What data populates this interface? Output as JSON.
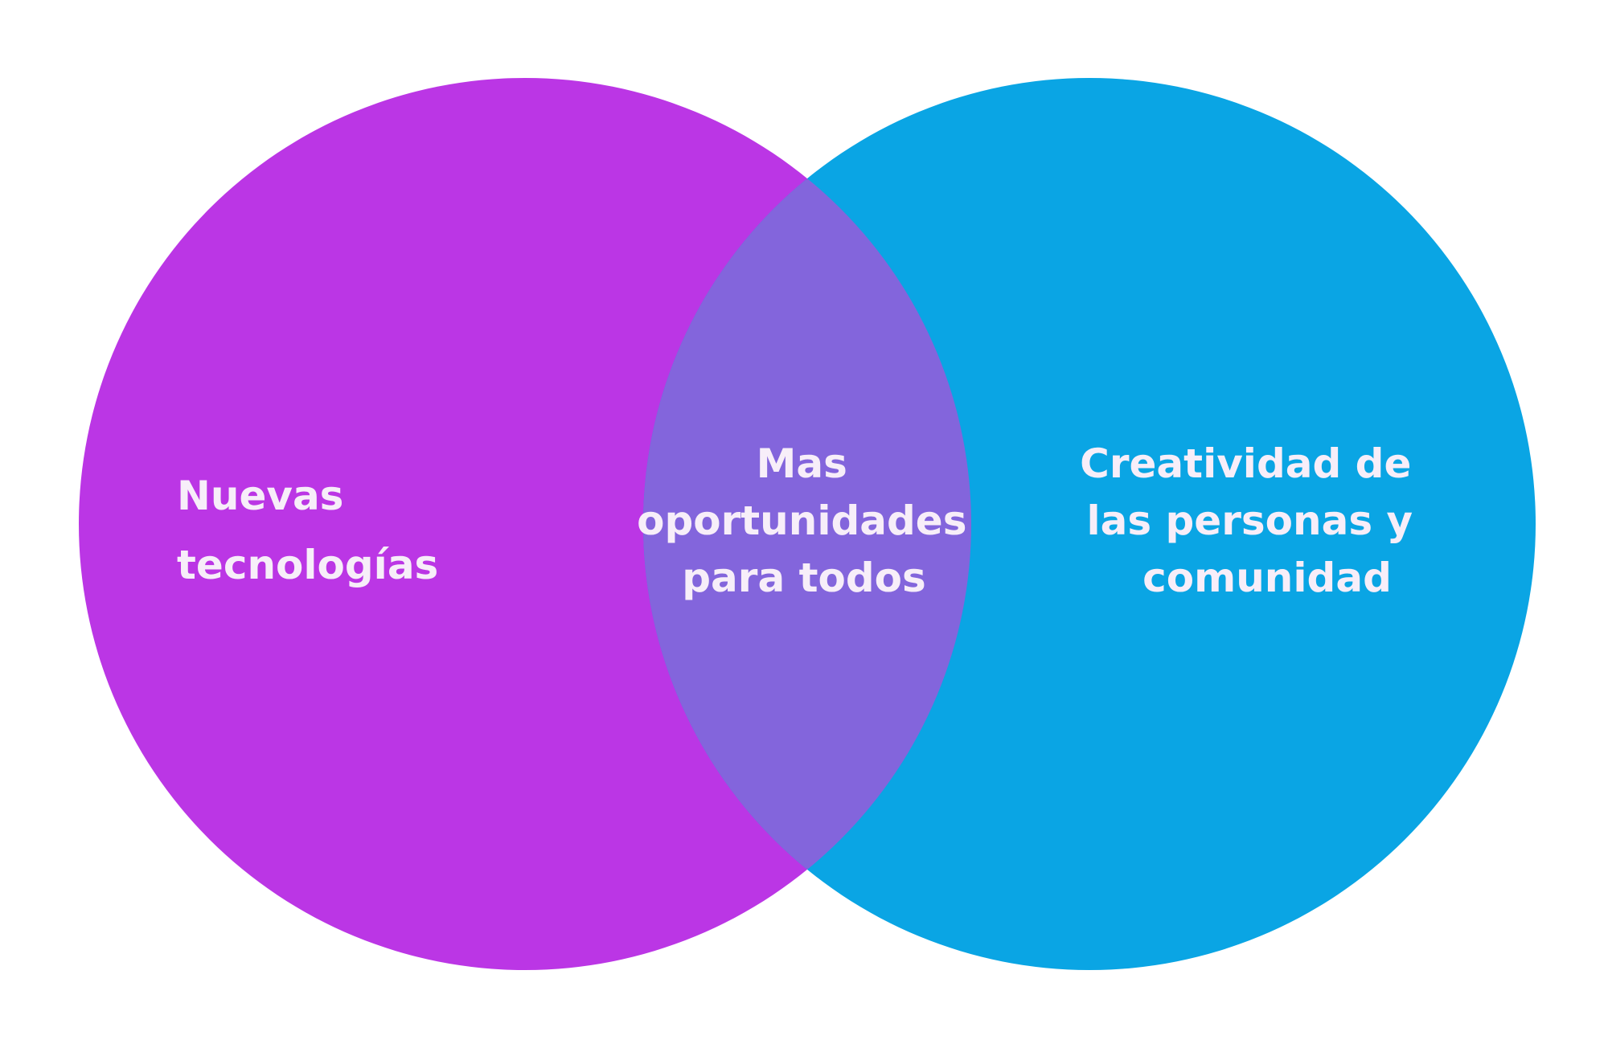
{
  "colors": {
    "left_circle": "#bb36e5",
    "right_circle": "#0aa5e4",
    "overlap": "#8365dc",
    "text": "#f7eef9"
  },
  "left": {
    "lines": [
      "Nuevas",
      "tecnologías"
    ]
  },
  "center": {
    "lines": [
      "Mas",
      "oportunidades",
      "para todos"
    ]
  },
  "right": {
    "lines": [
      "Creatividad de",
      "las personas y",
      "comunidad"
    ]
  }
}
